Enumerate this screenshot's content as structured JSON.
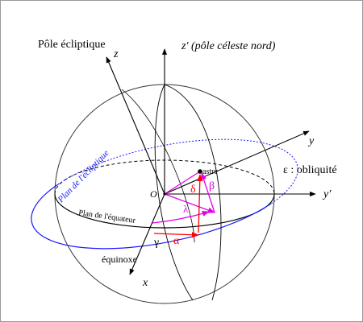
{
  "labels": {
    "pole_ecliptique": "Pôle écliptique",
    "z_axis": "z",
    "z_prime": "z′ (pôle céleste nord)",
    "y_axis": "y",
    "y_prime": "y′",
    "x_axis": "x",
    "origin": "O",
    "astre": "astre",
    "obliquite": "ε : obliquité",
    "plan_ecliptique": "Plan de l'écliptique",
    "plan_equateur": "Plan de l'équateur",
    "gamma": "γ",
    "equinoxe": "équinoxe",
    "lambda": "λ",
    "alpha": "α",
    "beta": "β",
    "delta": "δ"
  },
  "colors": {
    "black": "#000000",
    "ecliptic": "#1a1aff",
    "pink": "#e600e6",
    "red": "#ff0000",
    "outline": "#333333"
  }
}
